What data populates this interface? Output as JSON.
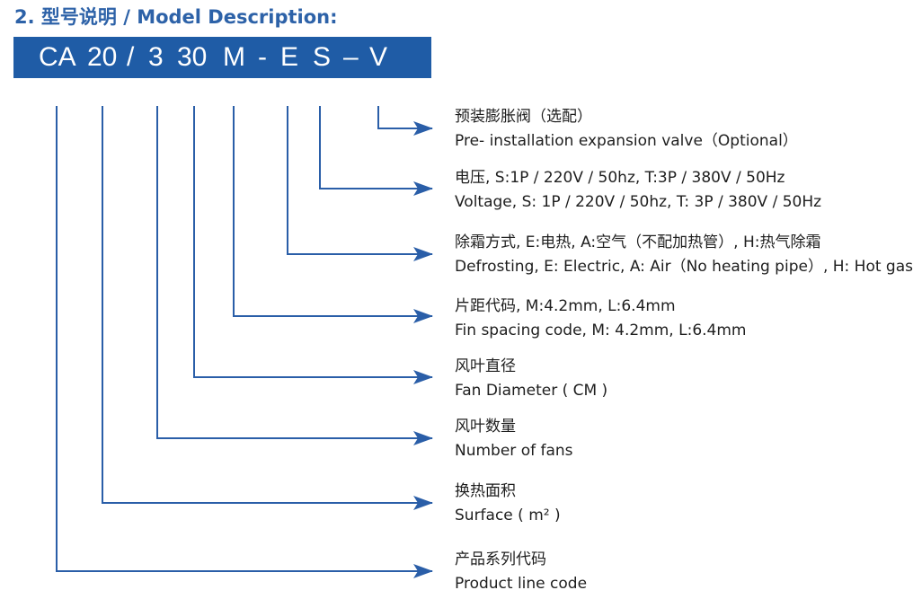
{
  "title": "2. 型号说明 / Model Description:",
  "model_code": {
    "segments": [
      "CA",
      "20",
      "/",
      "3",
      "30",
      "M",
      "-",
      "E",
      "S",
      "–",
      "V"
    ]
  },
  "colors": {
    "accent": "#1f5ca6",
    "title": "#2d62a8",
    "connector": "#2a5ea8",
    "text": "#1e1e1e"
  },
  "legend": [
    {
      "zh": "预装膨胀阀（选配）",
      "en": "Pre- installation expansion valve（Optional）"
    },
    {
      "zh": "电压, S:1P / 220V / 50hz, T:3P / 380V / 50Hz",
      "en": "Voltage, S: 1P / 220V / 50hz, T: 3P / 380V / 50Hz"
    },
    {
      "zh": "除霜方式, E:电热, A:空气（不配加热管）, H:热气除霜",
      "en": "Defrosting, E: Electric, A: Air（No heating pipe）, H: Hot gas"
    },
    {
      "zh": "片距代码, M:4.2mm, L:6.4mm",
      "en": "Fin spacing code, M: 4.2mm, L:6.4mm"
    },
    {
      "zh": "风叶直径",
      "en": "Fan Diameter ( CM )"
    },
    {
      "zh": "风叶数量",
      "en": "Number of fans"
    },
    {
      "zh": "换热面积",
      "en": "Surface ( m² )"
    },
    {
      "zh": "产品系列代码",
      "en": "Product line code"
    }
  ]
}
